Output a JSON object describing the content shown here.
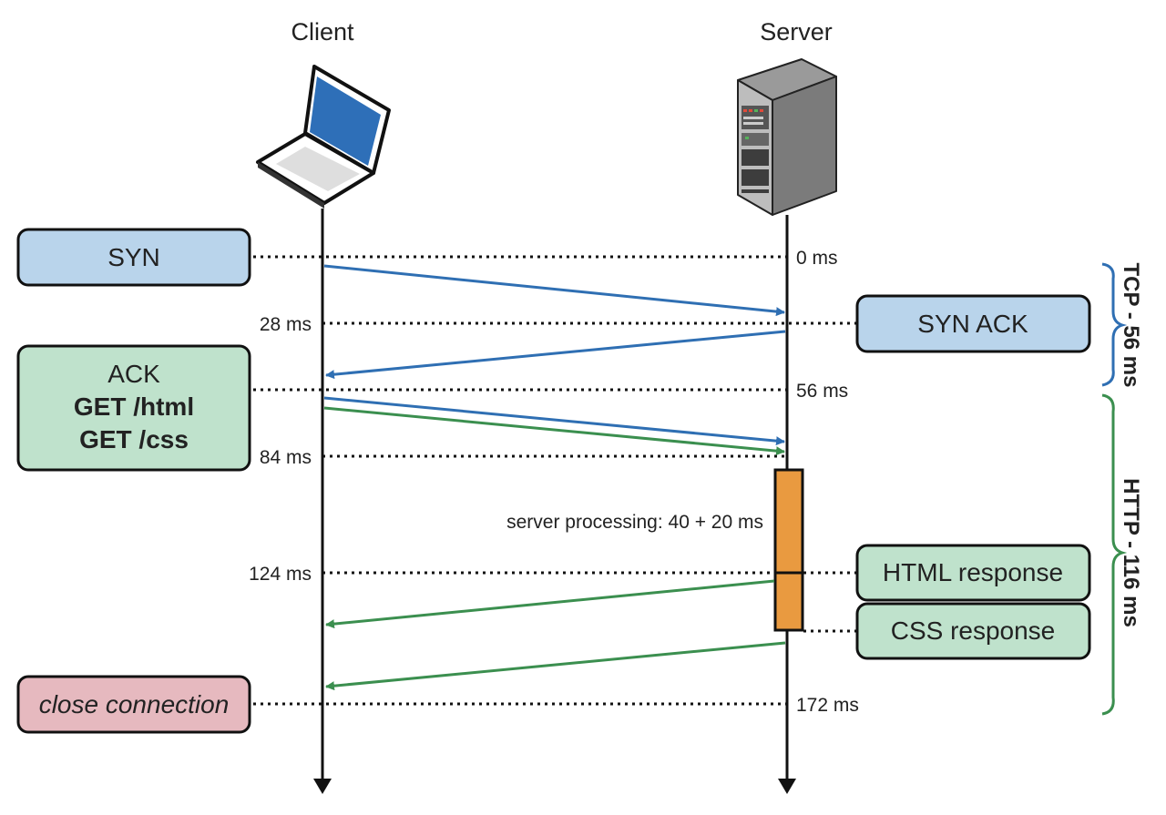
{
  "headers": {
    "client": "Client",
    "server": "Server"
  },
  "times": {
    "t0": "0 ms",
    "t28": "28 ms",
    "t56": "56 ms",
    "t84": "84 ms",
    "t124": "124 ms",
    "t172": "172 ms"
  },
  "client_boxes": {
    "syn": "SYN",
    "ack": "ACK",
    "get_html": "GET /html",
    "get_css": "GET /css",
    "close": "close connection"
  },
  "server_boxes": {
    "syn_ack": "SYN ACK",
    "html_response": "HTML response",
    "css_response": "CSS response"
  },
  "processing_label": "server processing: 40 + 20 ms",
  "brackets": {
    "tcp": "TCP - 56 ms",
    "http": "HTTP - 116 ms"
  },
  "icons": {
    "client": "laptop-icon",
    "server": "server-rack-icon"
  },
  "colors": {
    "tcp_arrow": "#2f6fb3",
    "http_arrow": "#3b8f4f",
    "blue_box": "#b9d4eb",
    "green_box": "#bfe2cc",
    "pink_box": "#e6b9bf",
    "processing": "#e99a40"
  }
}
